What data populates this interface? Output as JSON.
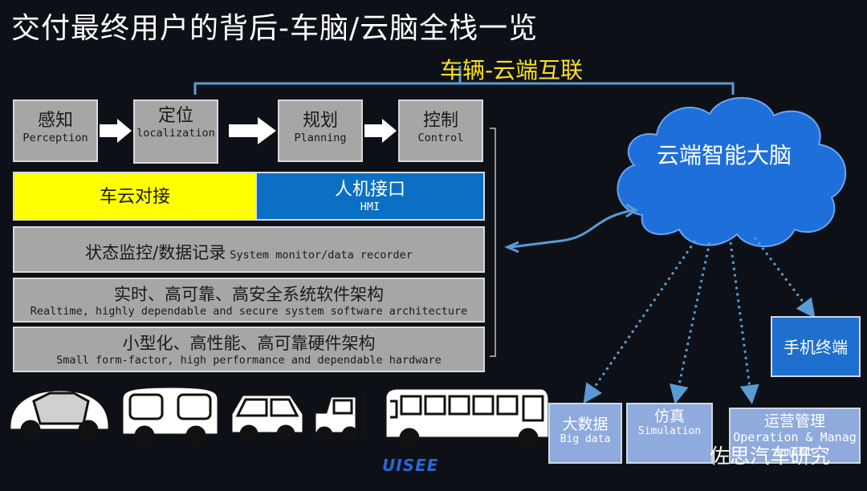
{
  "title": "交付最终用户的背后-车脑/云脑全栈一览",
  "v2c_label": "车辆-云端互联",
  "steps": [
    {
      "cn": "感知",
      "en": "Perception"
    },
    {
      "cn": "定位",
      "en": "localization"
    },
    {
      "cn": "规划",
      "en": "Planning"
    },
    {
      "cn": "控制",
      "en": "Control"
    }
  ],
  "layers": {
    "car_cloud": "车云对接",
    "hmi": {
      "cn": "人机接口",
      "en": "HMI"
    },
    "monitor": {
      "cn": "状态监控/数据记录",
      "en": "System monitor/data recorder"
    },
    "realtime": {
      "cn": "实时、高可靠、高安全系统软件架构",
      "en": "Realtime, highly dependable and secure system software architecture"
    },
    "hardware": {
      "cn": "小型化、高性能、高可靠硬件架构",
      "en": "Small form-factor, high performance and dependable hardware"
    }
  },
  "cloud": {
    "label": "云端智能大脑"
  },
  "terminals": {
    "phone": "手机终端",
    "bigdata": {
      "cn": "大数据",
      "en": "Big data"
    },
    "simulation": {
      "cn": "仿真",
      "en": "Simulation"
    },
    "operation": {
      "cn": "运营管理",
      "en": "Operation & Management"
    }
  },
  "logo": "UISEE",
  "watermark": "佐思汽车研究",
  "colors": {
    "background": "#0d1117",
    "box_gray": "#a6a6a6",
    "yellow": "#ffff00",
    "blue": "#0b70c4",
    "cloud_blue": "#1e6fd9",
    "label_yellow": "#ffe11a"
  }
}
